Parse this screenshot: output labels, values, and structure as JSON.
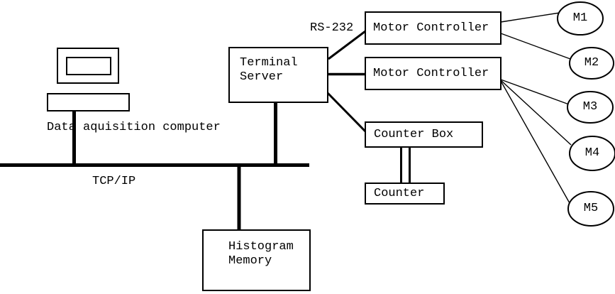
{
  "colors": {
    "ink": "#000000",
    "background": "#ffffff"
  },
  "labels": {
    "computer": "Data aquisition computer",
    "network_bus": "TCP/IP",
    "serial_link": "RS-232"
  },
  "nodes": {
    "terminal_server": {
      "line1": "Terminal",
      "line2": "Server"
    },
    "motor_controller_1": {
      "label": "Motor Controller"
    },
    "motor_controller_2": {
      "label": "Motor Controller"
    },
    "counter_box": {
      "label": "Counter Box"
    },
    "counter": {
      "label": "Counter"
    },
    "histogram_memory": {
      "line1": "Histogram",
      "line2": "Memory"
    }
  },
  "motors": [
    {
      "label": "M1"
    },
    {
      "label": "M2"
    },
    {
      "label": "M3"
    },
    {
      "label": "M4"
    },
    {
      "label": "M5"
    }
  ]
}
